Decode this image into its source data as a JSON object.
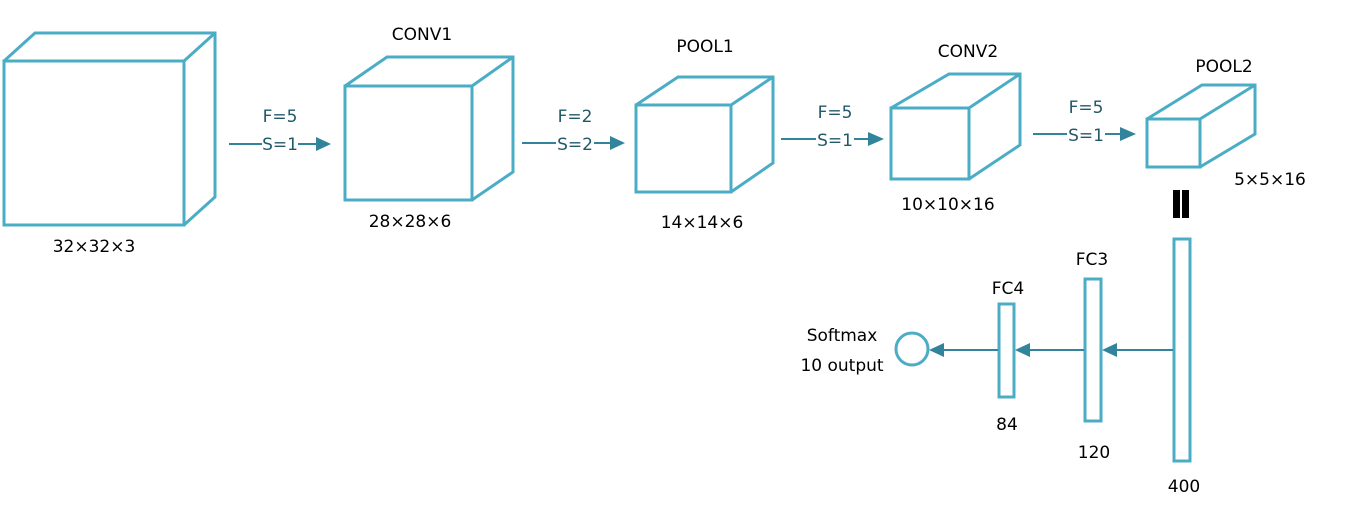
{
  "title": "CNN architecture (LeNet-style)",
  "colors": {
    "shape_stroke": "#4bacc6",
    "arrow": "#31849b",
    "op_text": "#215968",
    "label_text": "#000000"
  },
  "layers": [
    {
      "id": "input",
      "name": "",
      "dims": "32×32×3"
    },
    {
      "id": "conv1",
      "name": "CONV1",
      "dims": "28×28×6"
    },
    {
      "id": "pool1",
      "name": "POOL1",
      "dims": "14×14×6"
    },
    {
      "id": "conv2",
      "name": "CONV2",
      "dims": "10×10×16"
    },
    {
      "id": "pool2",
      "name": "POOL2",
      "dims": "5×5×16"
    }
  ],
  "operations": [
    {
      "from": "input",
      "to": "conv1",
      "filter": "F=5",
      "stride": "S=1"
    },
    {
      "from": "conv1",
      "to": "pool1",
      "filter": "F=2",
      "stride": "S=2"
    },
    {
      "from": "pool1",
      "to": "conv2",
      "filter": "F=5",
      "stride": "S=1"
    },
    {
      "from": "conv2",
      "to": "pool2",
      "filter": "F=5",
      "stride": "S=1"
    }
  ],
  "flatten": {
    "symbol": "equals",
    "size": "400"
  },
  "fully_connected": [
    {
      "id": "fc3",
      "name": "FC3",
      "size": "120"
    },
    {
      "id": "fc4",
      "name": "FC4",
      "size": "84"
    }
  ],
  "output": {
    "line1": "Softmax",
    "line2": "10 output"
  }
}
